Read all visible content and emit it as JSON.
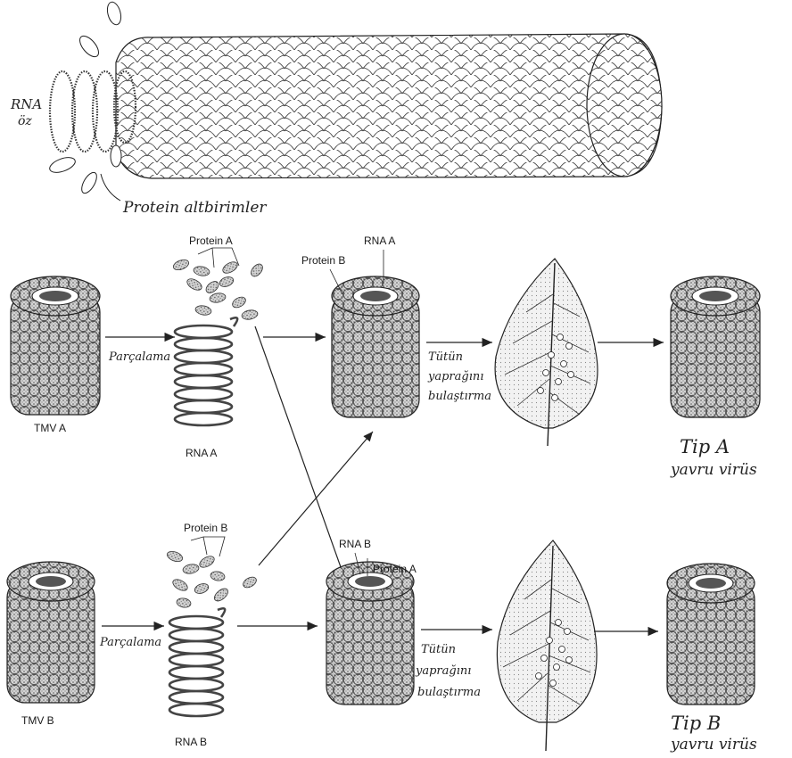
{
  "top": {
    "rna_label_line1": "RNA",
    "rna_label_line2": "öz",
    "subunit_label": "Protein altbirimler"
  },
  "row_a": {
    "virus_label": "TMV A",
    "split_label": "Parçalama",
    "protein_label": "Protein A",
    "rna_label": "RNA A",
    "hybrid_protein_label": "Protein B",
    "hybrid_rna_label": "RNA A",
    "infect_line1": "Tütün",
    "infect_line2": "yaprağını",
    "infect_line3": "bulaştırma",
    "result_line1": "Tip A",
    "result_line2": "yavru virüs"
  },
  "row_b": {
    "virus_label": "TMV B",
    "split_label": "Parçalama",
    "protein_label": "Protein B",
    "rna_label": "RNA B",
    "hybrid_rna_label": "RNA B",
    "hybrid_protein_label": "Protein A",
    "infect_line1": "Tütün",
    "infect_line2": "yaprağını",
    "infect_line3": "bulaştırma",
    "result_line1": "Tip B",
    "result_line2": "yavru virüs"
  },
  "colors": {
    "ink": "#222222",
    "shade": "#9a9a9a"
  }
}
